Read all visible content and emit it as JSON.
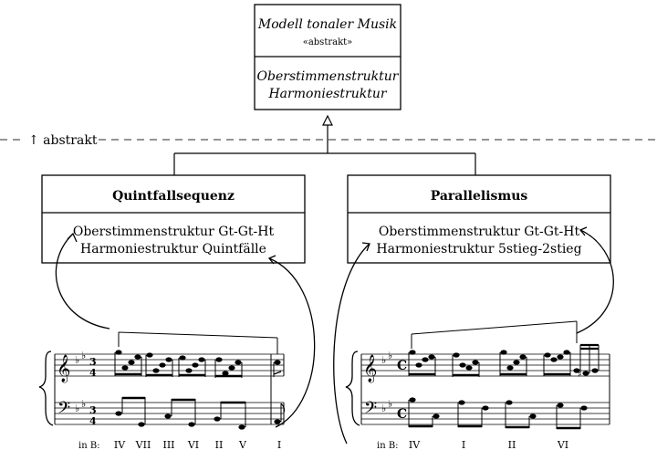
{
  "top_class": {
    "title": "Modell tonaler Musik",
    "stereotype": "«abstrakt»",
    "attributes": [
      "Oberstimmenstruktur",
      "Harmoniestruktur"
    ]
  },
  "abstraction_label": "↑ abstrakt",
  "left_class": {
    "title": "Quintfallsequenz",
    "attributes": [
      "Oberstimmenstruktur Gt-Gt-Ht",
      "Harmoniestruktur Quintfälle"
    ],
    "harmony_prefix": "in B:",
    "harmonies": [
      "IV",
      "VII",
      "III",
      "VI",
      "II",
      "V",
      "I"
    ],
    "time_signature": [
      "3",
      "4"
    ]
  },
  "right_class": {
    "title": "Parallelismus",
    "attributes": [
      "Oberstimmenstruktur Gt-Gt-Ht",
      "Harmoniestruktur 5stieg-2stieg"
    ],
    "harmony_prefix": "in B:",
    "harmonies": [
      "IV",
      "I",
      "II",
      "VI"
    ],
    "time_signature": "C"
  },
  "colors": {
    "line": "#000000",
    "dashed": "#555555",
    "background": "#ffffff"
  }
}
